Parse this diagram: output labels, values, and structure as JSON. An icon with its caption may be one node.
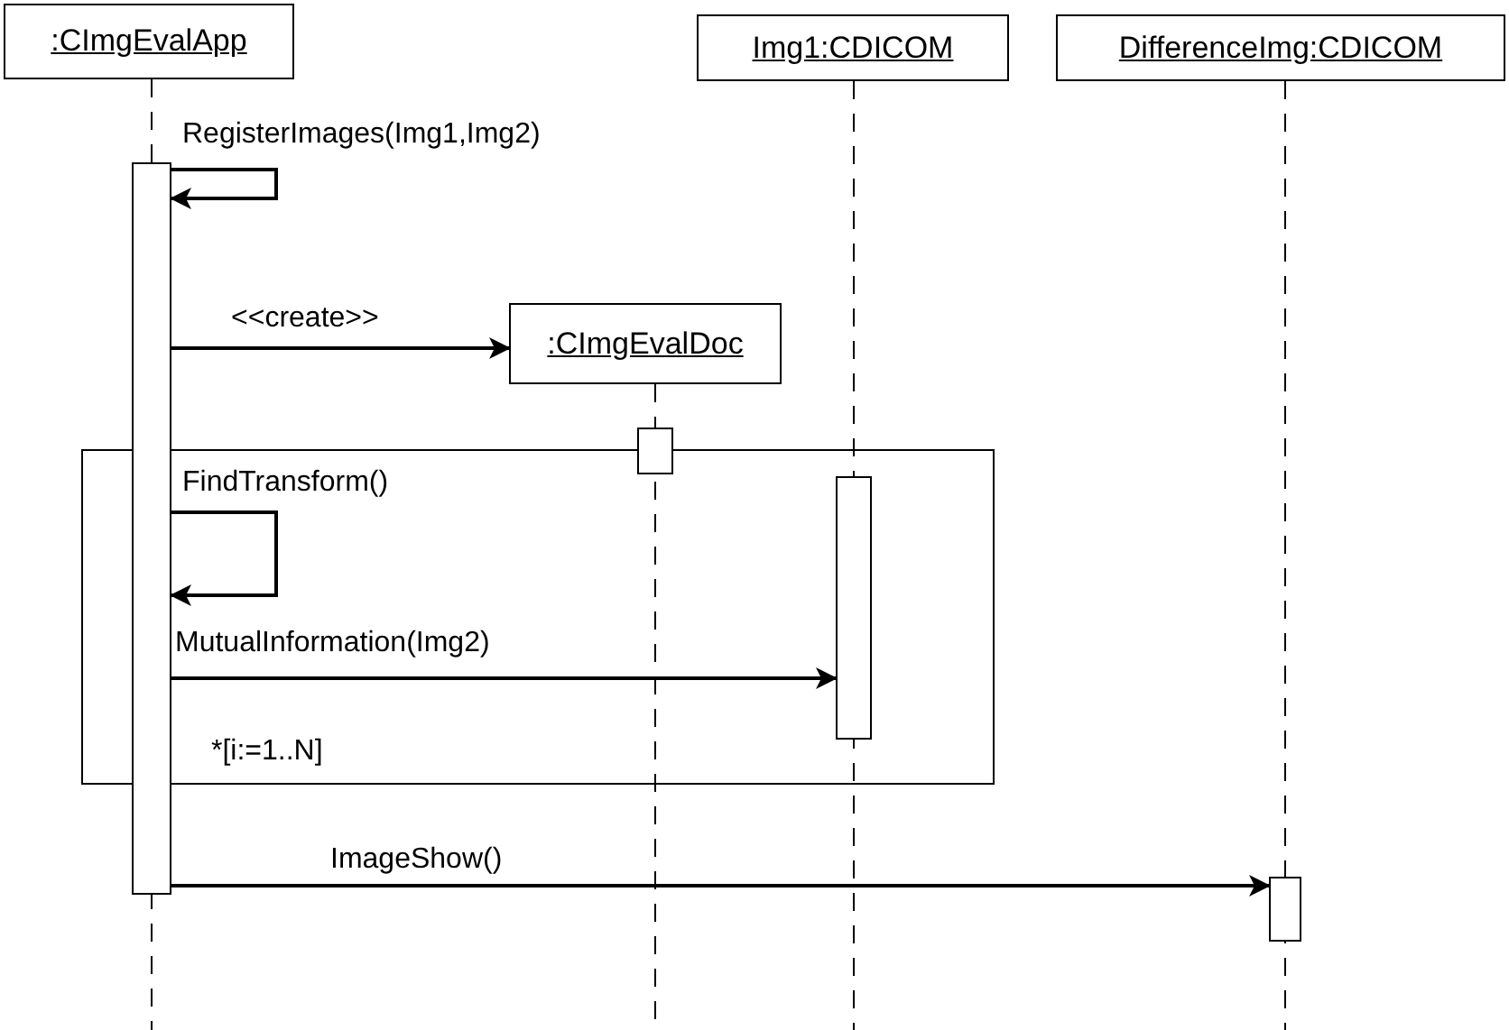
{
  "diagram": {
    "nodes": [
      {
        "text": [
          ":CImgEvalApp"
        ]
      },
      {
        "text": [
          "Img1:CDICOM"
        ]
      },
      {
        "text": [
          "DifferenceImg:CDICOM"
        ]
      },
      {
        "text": [],
        "shape": "bar"
      },
      {
        "text": [
          ":CImgEvalDoc"
        ]
      },
      {
        "text": [],
        "shape": "bar"
      },
      {
        "text": [],
        "shape": "bar"
      },
      {
        "text": [],
        "shape": "bar"
      }
    ],
    "edges": [
      {
        "from": 3,
        "to": 3,
        "arrow": "to",
        "label": "RegisterImages(Img1,Img2)"
      },
      {
        "from": 3,
        "to": 4,
        "arrow": "to",
        "label": "<<create>>"
      },
      {
        "from": 3,
        "to": 3,
        "arrow": "to",
        "label": "FindTransform()"
      },
      {
        "from": 3,
        "to": 6,
        "arrow": "to",
        "label": "MutualInformation(Img2)"
      },
      {
        "from": 3,
        "to": 7,
        "arrow": "to",
        "label": "ImageShow()"
      }
    ],
    "labels": [
      "*[i:=1..N]"
    ]
  }
}
